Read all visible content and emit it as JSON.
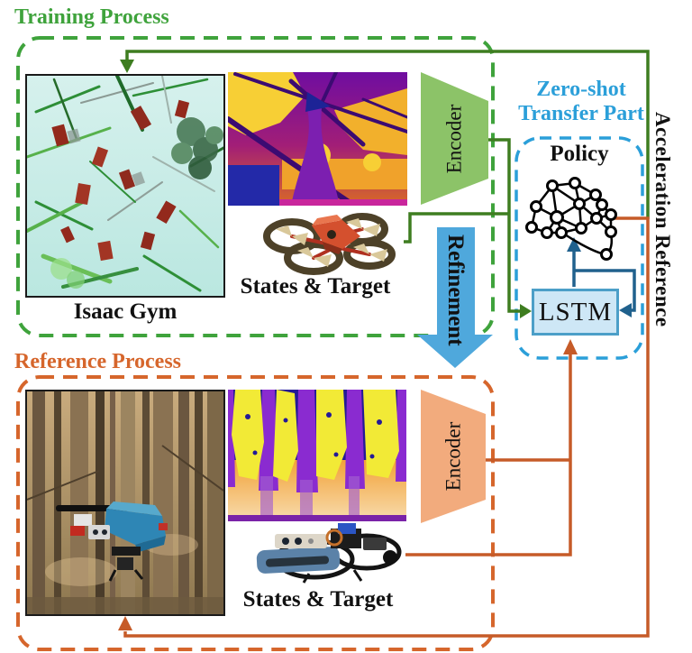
{
  "figure": {
    "training": {
      "title": "Training Process",
      "sim_caption": "Isaac Gym",
      "states_caption": "States & Target",
      "encoder_label": "Encoder"
    },
    "transfer": {
      "title_line1": "Zero-shot",
      "title_line2": "Transfer Part",
      "policy_label": "Policy",
      "lstm_label": "LSTM"
    },
    "reference": {
      "title": "Reference Process",
      "states_caption": "States & Target",
      "encoder_label": "Encoder"
    },
    "refinement_label": "Refinement",
    "acceleration_label": "Acceleration Reference",
    "colors": {
      "training_green_dashed": "#3FA33C",
      "connector_green": "#3E7D20",
      "encoder_green_fill": "#8CC368",
      "transfer_blue": "#2B9FD9",
      "lstm_fill": "#CEE7F6",
      "lstm_border": "#4C9FC8",
      "lstm_connector_teal": "#20618D",
      "refinement_arrow_blue": "#4FA8DC",
      "reference_orange_dashed": "#D6662C",
      "connector_orange": "#C65B28",
      "encoder_orange_fill": "#F2AB7D"
    }
  }
}
